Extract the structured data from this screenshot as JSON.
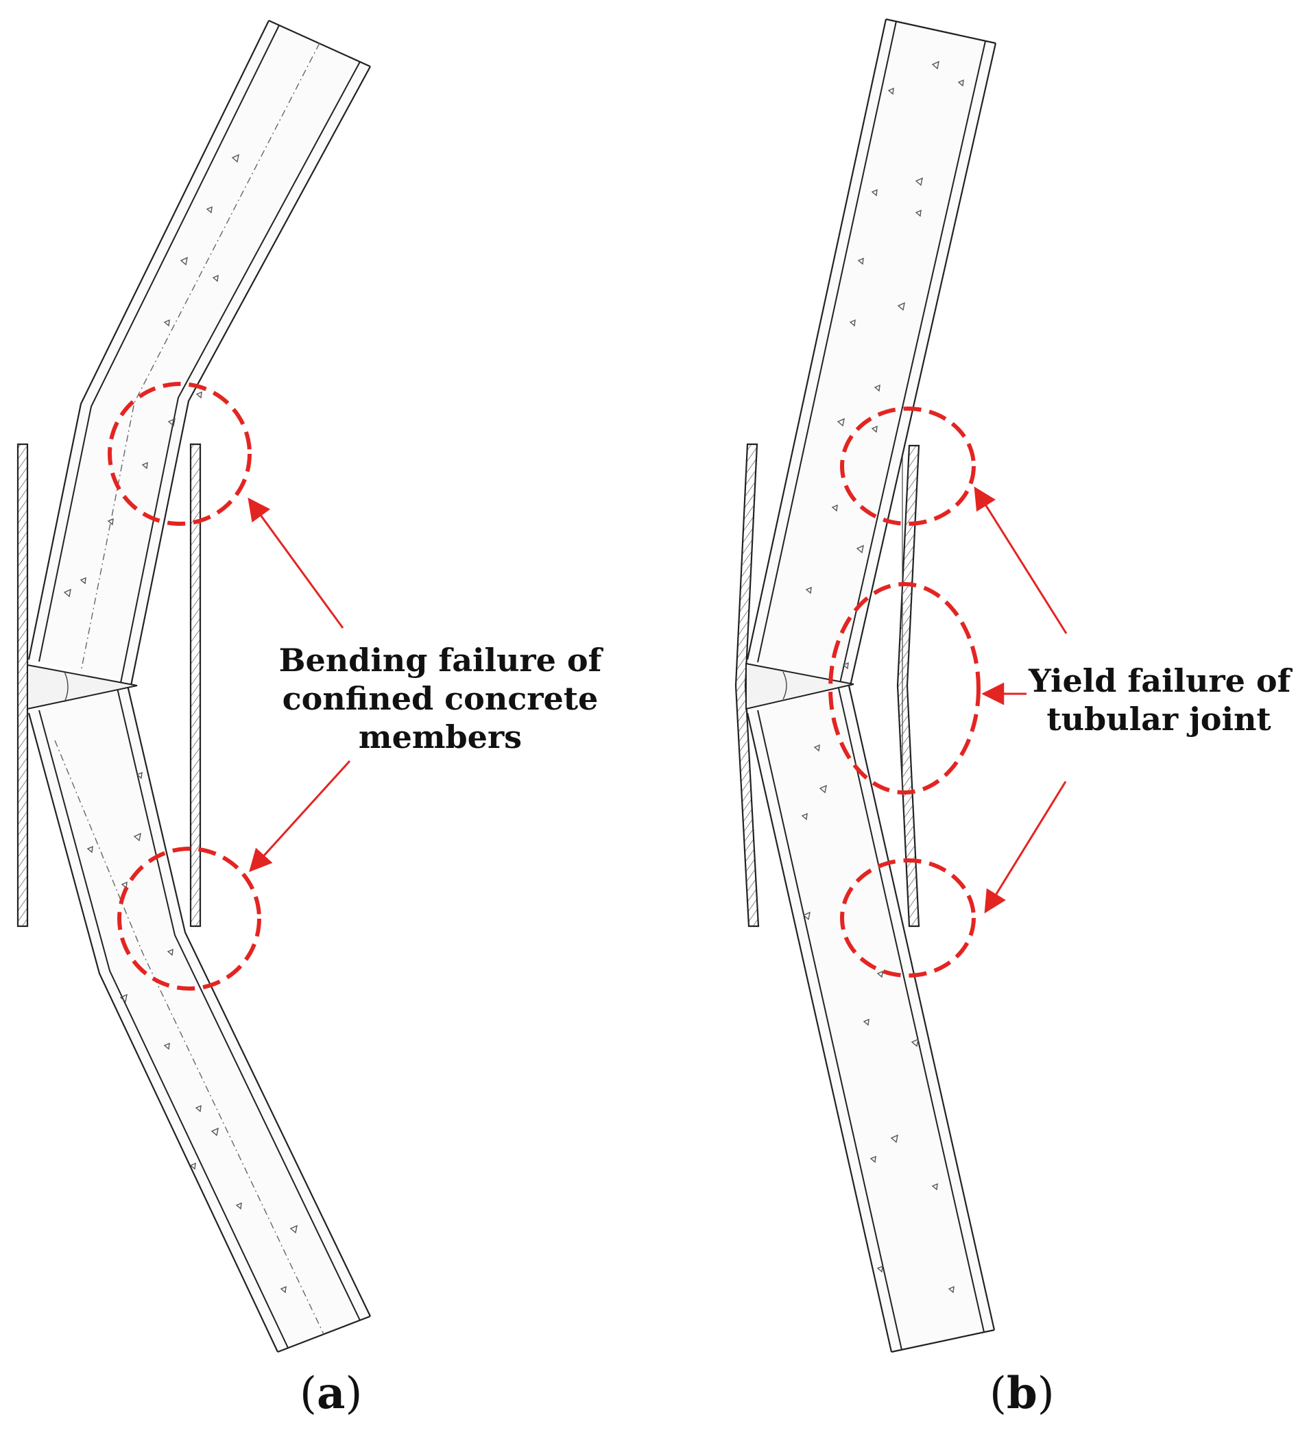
{
  "panels": [
    {
      "label_letter": "a",
      "annotation_lines": [
        "Bending failure of",
        "confined concrete",
        "members"
      ]
    },
    {
      "label_letter": "b",
      "annotation_lines": [
        "Yield failure of",
        "tubular joint"
      ]
    }
  ],
  "colors": {
    "outline": "#222222",
    "hatch": "#555555",
    "failure_marker": "#e32522",
    "arrow": "#e32522",
    "text": "#111111"
  }
}
